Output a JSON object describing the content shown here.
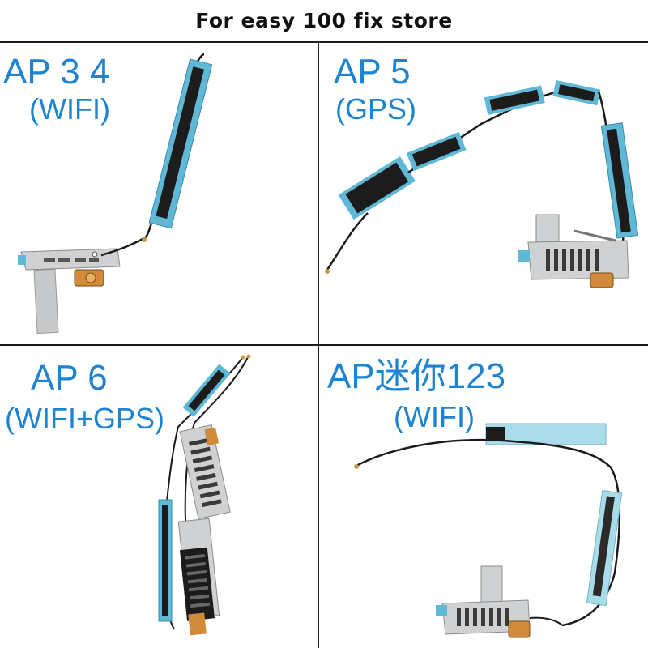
{
  "header": {
    "title": "For easy 100 fix store"
  },
  "panels": [
    {
      "id": "ap34",
      "title": "AP 3 4",
      "subtitle": "(WIFI)"
    },
    {
      "id": "ap5",
      "title": "AP 5",
      "subtitle": "(GPS)"
    },
    {
      "id": "ap6",
      "title": "AP 6",
      "subtitle": "(WIFI+GPS)"
    },
    {
      "id": "apmini",
      "title": "AP迷你123",
      "subtitle": "(WIFI)"
    }
  ],
  "colors": {
    "label": "#1e84d0",
    "foam": "#5fb8d6",
    "metal": "#c8cacc",
    "cable": "#1a1a1a",
    "flex": "#d08a3a"
  }
}
